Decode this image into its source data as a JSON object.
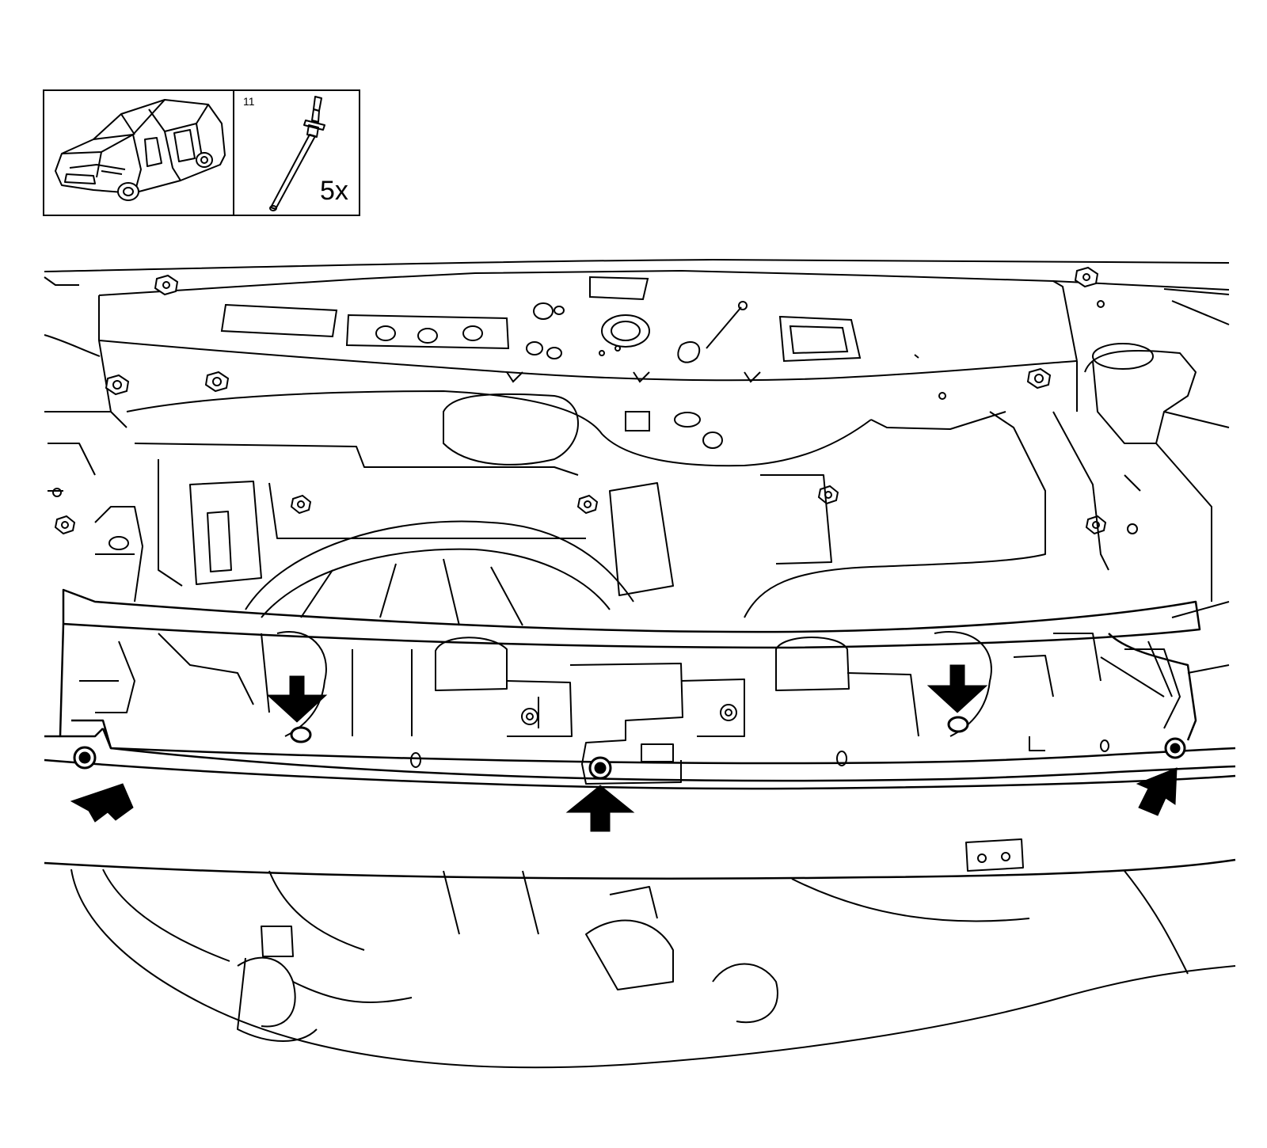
{
  "legend": {
    "part_number": "11",
    "quantity": "5x",
    "vehicle_icon": "vehicle-body-icon",
    "fastener_icon": "rivet-icon"
  },
  "diagram": {
    "line_color": "#000000",
    "background_color": "#ffffff",
    "arrow_color": "#000000",
    "fastener_count": 5
  }
}
